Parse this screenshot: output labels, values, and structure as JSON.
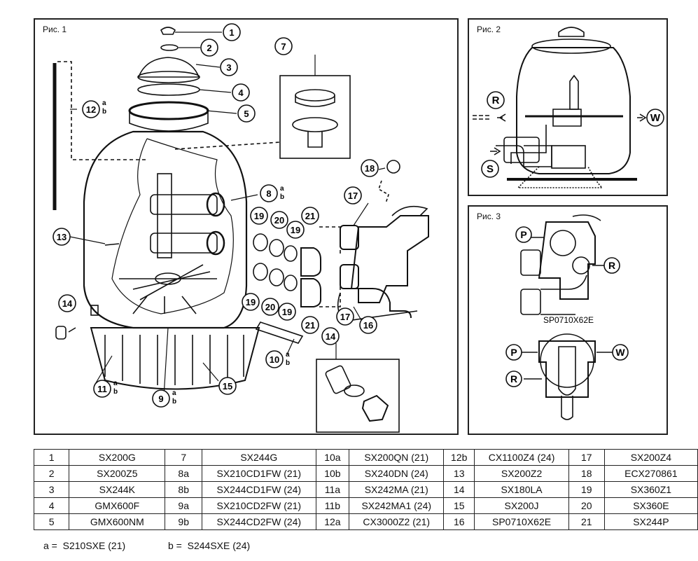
{
  "figure1": {
    "label": "Рис. 1",
    "callouts": [
      {
        "num": "1"
      },
      {
        "num": "2"
      },
      {
        "num": "3"
      },
      {
        "num": "4"
      },
      {
        "num": "5"
      },
      {
        "num": "7"
      },
      {
        "num": "8",
        "ab": true
      },
      {
        "num": "9",
        "ab": true
      },
      {
        "num": "10",
        "ab": true
      },
      {
        "num": "11",
        "ab": true
      },
      {
        "num": "12",
        "ab": true
      },
      {
        "num": "13"
      },
      {
        "num": "14"
      },
      {
        "num": "14"
      },
      {
        "num": "15"
      },
      {
        "num": "16"
      },
      {
        "num": "17"
      },
      {
        "num": "17"
      },
      {
        "num": "18"
      },
      {
        "num": "19"
      },
      {
        "num": "19"
      },
      {
        "num": "19"
      },
      {
        "num": "19"
      },
      {
        "num": "20"
      },
      {
        "num": "20"
      },
      {
        "num": "21"
      },
      {
        "num": "21"
      }
    ],
    "ab_text": {
      "a": "a",
      "b": "b"
    }
  },
  "figure2": {
    "label": "Рис. 2",
    "markers": {
      "r": "R",
      "w": "W",
      "s": "S"
    }
  },
  "figure3": {
    "label": "Рис. 3",
    "markers": {
      "p": "P",
      "r": "R",
      "w": "W"
    },
    "valve_code": "SP0710X62E"
  },
  "parts_table": [
    [
      {
        "n": "1",
        "c": "SX200G"
      },
      {
        "n": "7",
        "c": "SX244G"
      },
      {
        "n": "10a",
        "c": "SX200QN (21)"
      },
      {
        "n": "12b",
        "c": "CX1100Z4 (24)"
      },
      {
        "n": "17",
        "c": "SX200Z4"
      }
    ],
    [
      {
        "n": "2",
        "c": "SX200Z5"
      },
      {
        "n": "8a",
        "c": "SX210CD1FW (21)"
      },
      {
        "n": "10b",
        "c": "SX240DN (24)"
      },
      {
        "n": "13",
        "c": "SX200Z2"
      },
      {
        "n": "18",
        "c": "ECX270861"
      }
    ],
    [
      {
        "n": "3",
        "c": "SX244K"
      },
      {
        "n": "8b",
        "c": "SX244CD1FW (24)"
      },
      {
        "n": "11a",
        "c": "SX242MA (21)"
      },
      {
        "n": "14",
        "c": "SX180LA"
      },
      {
        "n": "19",
        "c": "SX360Z1"
      }
    ],
    [
      {
        "n": "4",
        "c": "GMX600F"
      },
      {
        "n": "9a",
        "c": "SX210CD2FW (21)"
      },
      {
        "n": "11b",
        "c": "SX242MA1 (24)"
      },
      {
        "n": "15",
        "c": "SX200J"
      },
      {
        "n": "20",
        "c": "SX360E"
      }
    ],
    [
      {
        "n": "5",
        "c": "GMX600NM"
      },
      {
        "n": "9b",
        "c": "SX244CD2FW (24)"
      },
      {
        "n": "12a",
        "c": "CX3000Z2 (21)"
      },
      {
        "n": "16",
        "c": "SP0710X62E"
      },
      {
        "n": "21",
        "c": "SX244P"
      }
    ]
  ],
  "legend": {
    "a": {
      "key": "a =",
      "value": "S210SXE (21)"
    },
    "b": {
      "key": "b =",
      "value": "S244SXE (24)"
    }
  }
}
